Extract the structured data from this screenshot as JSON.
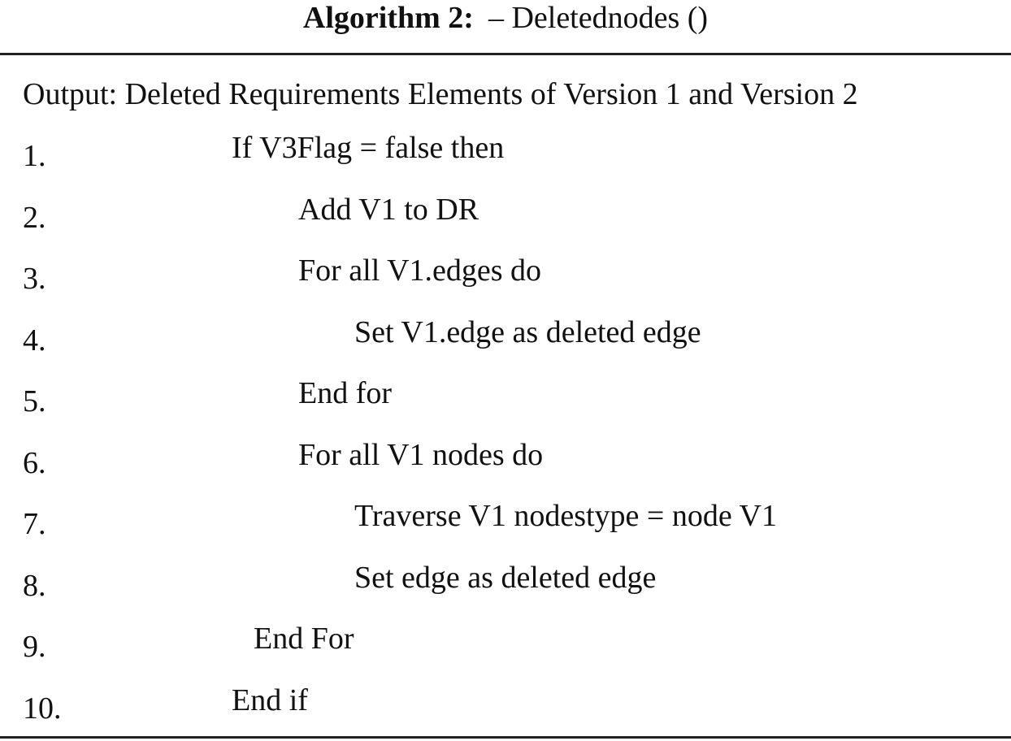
{
  "algorithm": {
    "label": "Algorithm 2:",
    "name": "– Deletednodes ()",
    "output": "Output: Deleted Requirements Elements of Version 1 and Version 2",
    "steps": [
      {
        "num": "1.",
        "code": "If V3Flag = false then",
        "indent": 0
      },
      {
        "num": "2.",
        "code": "Add V1 to DR",
        "indent": 1
      },
      {
        "num": "3.",
        "code": "For all V1.edges do",
        "indent": 1
      },
      {
        "num": "4.",
        "code": "Set V1.edge as deleted edge",
        "indent": 2
      },
      {
        "num": "5.",
        "code": "End for",
        "indent": 1
      },
      {
        "num": "6.",
        "code": "For all V1 nodes do",
        "indent": 1
      },
      {
        "num": "7.",
        "code": "Traverse V1 nodestype = node V1",
        "indent": 2
      },
      {
        "num": "8.",
        "code": "Set edge as deleted edge",
        "indent": 2
      },
      {
        "num": "9.",
        "code": "End For",
        "indent": "e"
      },
      {
        "num": "10.",
        "code": "End if",
        "indent": 0
      }
    ]
  }
}
